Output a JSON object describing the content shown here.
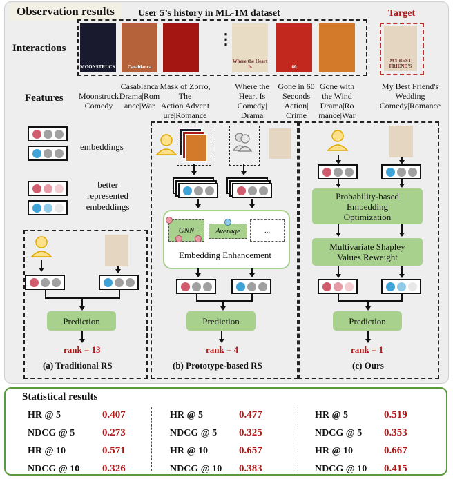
{
  "header": {
    "observation_title": "Observation results",
    "history_title": "User 5’s history in ML-1M dataset",
    "target_title": "Target",
    "interactions_label": "Interactions",
    "features_label": "Features",
    "ellipsis": "⋮"
  },
  "features": [
    {
      "text": "Moonstruck\nComedy"
    },
    {
      "text": "Casablanca\nDrama|Rom\nance|War"
    },
    {
      "text": "Mask of Zorro,\nThe\nAction|Advent\nure|Romance"
    },
    {
      "text": "Where the\nHeart Is\nComedy|\nDrama"
    },
    {
      "text": "Gone in 60\nSeconds\nAction|\nCrime"
    },
    {
      "text": "Gone with\nthe Wind\nDrama|Ro\nmance|War"
    }
  ],
  "target_feature": "My Best Friend's\nWedding\nComedy|Romance",
  "poster_colors": [
    "#1a1a2e",
    "#b5623a",
    "#a31612",
    "#e8dcc4",
    "#c2281e",
    "#d27a2a",
    "#e4d6c0"
  ],
  "posters": [
    {
      "title": "MOONSTRUCK"
    },
    {
      "title": "Casablanca"
    },
    {
      "title": ""
    },
    {
      "title": "Where the Heart Is"
    },
    {
      "title": "60"
    },
    {
      "title": ""
    },
    {
      "title": "MY BEST FRIEND'S"
    }
  ],
  "legend": {
    "embeddings": "embeddings",
    "better_line1": "better",
    "better_line2": "represented",
    "better_line3": "embeddings"
  },
  "colors": {
    "red": "#d05c6e",
    "blue": "#3fa3d8",
    "gray": "#a0a0a0",
    "pink": "#e69aa6",
    "pale_pink": "#f4cdd2",
    "light_blue": "#8fcbe8",
    "pale_gray": "#e8e8e8",
    "green_box": "#a9d18e",
    "accent_red": "#b01818",
    "stat_border": "#5b9a3c"
  },
  "traditional": {
    "prediction": "Prediction",
    "rank": "rank = 13",
    "caption": "(a) Traditional RS"
  },
  "prototype": {
    "gnn": "GNN",
    "average": "Average",
    "dots": "...",
    "enhancement": "Embedding Enhancement",
    "prediction": "Prediction",
    "rank": "rank = 4",
    "caption": "(b) Prototype-based RS"
  },
  "ours": {
    "prob": "Probability-based\nEmbedding\nOptimization",
    "shapley": "Multivariate Shapley\nValues Reweight",
    "prediction": "Prediction",
    "rank": "rank = 1",
    "caption": "(c) Ours"
  },
  "stats": {
    "title": "Statistical results",
    "columns": [
      {
        "rows": [
          {
            "name": "HR @ 5",
            "value": "0.407"
          },
          {
            "name": "NDCG @ 5",
            "value": "0.273"
          },
          {
            "name": "HR @ 10",
            "value": "0.571"
          },
          {
            "name": "NDCG @ 10",
            "value": "0.326"
          }
        ]
      },
      {
        "rows": [
          {
            "name": "HR @ 5",
            "value": "0.477"
          },
          {
            "name": "NDCG @ 5",
            "value": "0.325"
          },
          {
            "name": "HR @ 10",
            "value": "0.657"
          },
          {
            "name": "NDCG @ 10",
            "value": "0.383"
          }
        ]
      },
      {
        "rows": [
          {
            "name": "HR @ 5",
            "value": "0.519"
          },
          {
            "name": "NDCG @ 5",
            "value": "0.353"
          },
          {
            "name": "HR @ 10",
            "value": "0.667"
          },
          {
            "name": "NDCG @ 10",
            "value": "0.415"
          }
        ]
      }
    ]
  }
}
